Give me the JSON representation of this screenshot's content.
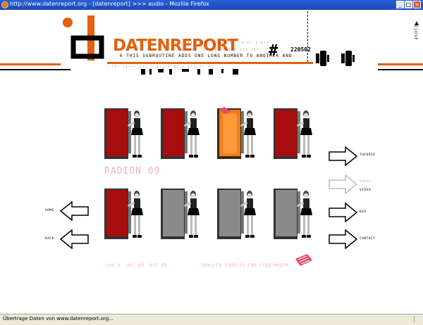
{
  "window": {
    "title": "http://www.datenreport.org - [datenreport] >>> audio - Mozilla Firefox",
    "minimize_glyph": "_",
    "maximize_glyph": "□",
    "close_glyph": "×"
  },
  "header": {
    "brand": "DATENREPORT",
    "subtitle": "6      THIS SUBROUTINE ADDS ONE  LONG NUMBER  TO ANOTHER AND",
    "hash_glyph": "#",
    "code": "220502",
    "close_label": "CLOSE"
  },
  "colors": {
    "accent": "#e1610f",
    "red_fridge": "#a80d0d",
    "orange_fridge": "#f57b1e",
    "grey_fridge": "#8a8a8a",
    "pink_text": "#f1b3b3"
  },
  "section_label": "RADION 09",
  "nav_right": {
    "theorie": "THEORIE",
    "audio": "AUDIO",
    "video": "VIDEO",
    "bio": "BIO",
    "contact": "CONTACT"
  },
  "nav_left": {
    "home": "HOME",
    "back": "BACK"
  },
  "bottom": {
    "percent": "100 %",
    "size1": "807 KB",
    "size2": "827 KB",
    "smaller": "SMALLER SAMPLES FOR ISDN/MODEM"
  },
  "fridges_row1": [
    "red",
    "red",
    "orange",
    "red"
  ],
  "fridges_row2": [
    "red",
    "grey",
    "grey",
    "grey"
  ],
  "status": {
    "text": "Übertrage Daten von www.datenreport.org..."
  }
}
